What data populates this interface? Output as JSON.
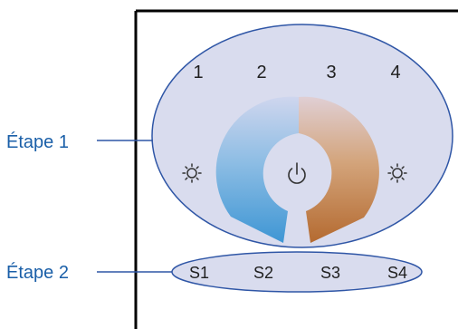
{
  "steps": {
    "step1": "Étape 1",
    "step2": "Étape 2"
  },
  "zone_numbers": [
    "1",
    "2",
    "3",
    "4"
  ],
  "scene_buttons": [
    "S1",
    "S2",
    "S3",
    "S4"
  ],
  "icons": {
    "left": "sun-icon",
    "center": "power-icon",
    "right": "sun-icon"
  },
  "colors": {
    "ellipse_fill": "#d9dcee",
    "ellipse_stroke": "#2f56a6",
    "warm": "#b8703a",
    "cool": "#4f9fd6",
    "step_text": "#1a5fa8"
  }
}
